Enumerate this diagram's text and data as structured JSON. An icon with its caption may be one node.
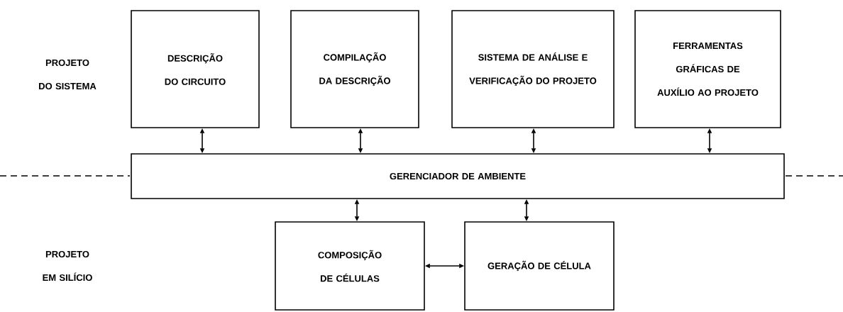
{
  "diagram": {
    "nodes": [
      {
        "text": [
          "DESCRIÇÃO DO CIRCUITO"
        ]
      },
      {
        "text": [
          "COMPILAÇÃO DA DESCRIÇÃO"
        ]
      },
      {
        "text": [
          "SISTEMA DE ANÁLISE E VERIFICAÇÃO DO PROJETO"
        ]
      },
      {
        "text": [
          "FERRAMENTAS GRÁFICAS DE AUXÍLIO AO PROJETO"
        ]
      },
      {
        "text": [
          "GERENCIADOR DE AMBIENTE"
        ]
      },
      {
        "text": [
          "COMPOSIÇÃO DE CÉLULAS"
        ]
      },
      {
        "text": [
          "GERAÇÃO DE CÉLULA"
        ]
      }
    ],
    "edges": [
      {
        "from": 0,
        "to": 4,
        "arrow": "both"
      },
      {
        "from": 1,
        "to": 4,
        "arrow": "both"
      },
      {
        "from": 2,
        "to": 4,
        "arrow": "both"
      },
      {
        "from": 3,
        "to": 4,
        "arrow": "both"
      },
      {
        "from": 4,
        "to": 5,
        "arrow": "both"
      },
      {
        "from": 4,
        "to": 6,
        "arrow": "both"
      },
      {
        "from": 5,
        "to": 6,
        "arrow": "both"
      }
    ],
    "labels": [
      "PROJETO DO SISTEMA",
      "PROJETO EM SILÍCIO"
    ]
  }
}
